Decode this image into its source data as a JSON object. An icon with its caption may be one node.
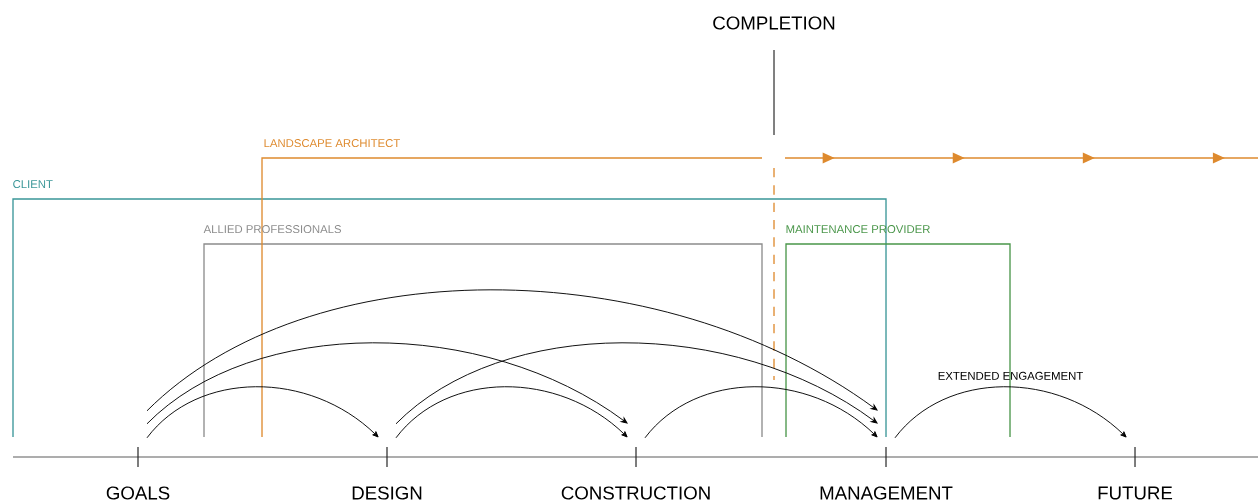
{
  "diagram": {
    "nodes": [
      {
        "text": [
          "GOALS"
        ]
      },
      {
        "text": [
          "DESIGN"
        ]
      },
      {
        "text": [
          "CONSTRUCTION"
        ]
      },
      {
        "text": [
          "MANAGEMENT"
        ]
      },
      {
        "text": [
          "FUTURE"
        ]
      }
    ],
    "edges": [
      {
        "from": 0,
        "to": 1,
        "arrow": "to"
      },
      {
        "from": 0,
        "to": 2,
        "arrow": "to"
      },
      {
        "from": 0,
        "to": 3,
        "arrow": "to"
      },
      {
        "from": 1,
        "to": 2,
        "arrow": "to"
      },
      {
        "from": 1,
        "to": 3,
        "arrow": "to"
      },
      {
        "from": 2,
        "to": 3,
        "arrow": "to"
      },
      {
        "from": 3,
        "to": 4,
        "arrow": "to",
        "label": "EXTENDED ENGAGEMENT"
      }
    ],
    "labels": [
      "COMPLETION",
      "LANDSCAPE ARCHITECT",
      "CLIENT",
      "ALLIED PROFESSIONALS",
      "MAINTENANCE PROVIDER"
    ]
  }
}
